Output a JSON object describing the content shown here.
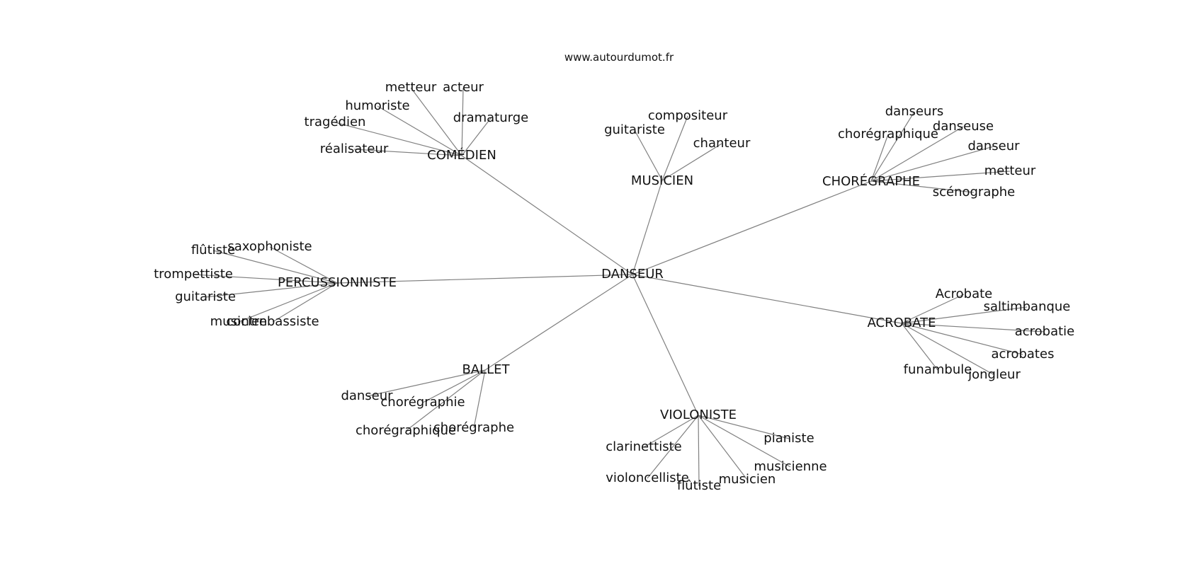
{
  "header": {
    "site": "www.autourdumot.fr"
  },
  "graph": {
    "root": "DANSEUR",
    "groups": [
      {
        "id": "comedien",
        "label": "COMÉDIEN",
        "leaves": [
          "metteur",
          "acteur",
          "humoriste",
          "dramaturge",
          "tragédien",
          "réalisateur"
        ]
      },
      {
        "id": "musicien",
        "label": "MUSICIEN",
        "leaves": [
          "compositeur",
          "guitariste",
          "chanteur"
        ]
      },
      {
        "id": "choregraphe",
        "label": "CHORÉGRAPHE",
        "leaves": [
          "danseurs",
          "danseuse",
          "chorégraphique",
          "danseur",
          "metteur",
          "scénographe"
        ]
      },
      {
        "id": "percussionniste",
        "label": "PERCUSSIONNISTE",
        "leaves": [
          "saxophoniste",
          "flûtiste",
          "trompettiste",
          "guitariste",
          "musicien",
          "contrebassiste"
        ]
      },
      {
        "id": "acrobate",
        "label": "ACROBATE",
        "leaves": [
          "Acrobate",
          "saltimbanque",
          "acrobatie",
          "acrobates",
          "funambule",
          "jongleur"
        ]
      },
      {
        "id": "ballet",
        "label": "BALLET",
        "leaves": [
          "danseur",
          "chorégraphie",
          "chorégraphique",
          "chorégraphe"
        ]
      },
      {
        "id": "violoniste",
        "label": "VIOLONISTE",
        "leaves": [
          "pianiste",
          "clarinettiste",
          "musicienne",
          "violoncelliste",
          "flûtiste",
          "musicien"
        ]
      }
    ]
  }
}
